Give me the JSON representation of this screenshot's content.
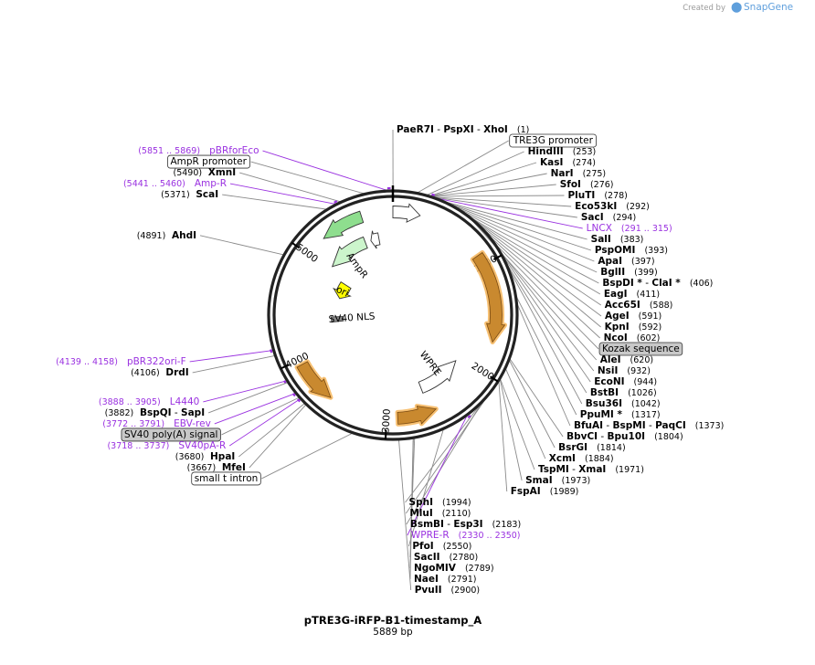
{
  "header": {
    "created_by": "Created by",
    "brand": "SnapGene"
  },
  "map": {
    "name": "pTRE3G-iRFP-B1-timestamp_A",
    "length_label": "5889 bp",
    "total_bp": 5889,
    "ticks": [
      {
        "bp": 1000,
        "label": "1000"
      },
      {
        "bp": 2000,
        "label": "2000"
      },
      {
        "bp": 3000,
        "label": "3000"
      },
      {
        "bp": 4000,
        "label": "4000"
      },
      {
        "bp": 5000,
        "label": "5000"
      }
    ],
    "features": [
      {
        "name": "tre3g-promoter-arrow",
        "label": "",
        "start": 5889,
        "end": 250,
        "dir": 1,
        "ring": 0,
        "color": "#ffffff"
      },
      {
        "name": "lncx-region-arrow",
        "label": "",
        "start": 900,
        "end": 1720,
        "dir": 1,
        "ring": 0,
        "color": "#f5c27a"
      },
      {
        "name": "wpre-arrow",
        "label": "WPRE",
        "start": 2060,
        "end": 2600,
        "dir": -1,
        "ring": 1,
        "color": "#ffffff"
      },
      {
        "name": "sv40-polya-arrow-inner",
        "label": "",
        "start": 2540,
        "end": 2900,
        "dir": -1,
        "ring": 0,
        "color": "#f5c27a"
      },
      {
        "name": "sv40-polya-arrow",
        "label": "",
        "start": 3550,
        "end": 3950,
        "dir": -1,
        "ring": 0,
        "color": "#f5c27a"
      },
      {
        "name": "sv40-nls-box",
        "label": "SV40 NLS",
        "start": 4310,
        "end": 4390,
        "dir": 0,
        "ring": 2,
        "color": "#8c8c8c"
      },
      {
        "name": "ori-arrow",
        "label": "ori",
        "start": 4700,
        "end": 4950,
        "dir": -1,
        "ring": 2,
        "color": "#ffff00"
      },
      {
        "name": "ampr-arrow",
        "label": "AmpR",
        "start": 5050,
        "end": 5550,
        "dir": -1,
        "ring": 1,
        "color": "#ccf5cc"
      },
      {
        "name": "ampr-outer-arrow",
        "label": "",
        "start": 5200,
        "end": 5600,
        "dir": -1,
        "ring": 0,
        "color": "#8ede8e"
      },
      {
        "name": "ampr-promoter-arrow",
        "label": "",
        "start": 5620,
        "end": 5720,
        "dir": -1,
        "ring": 1,
        "color": "#ffffff"
      }
    ],
    "labels": [
      {
        "kind": "enzyme",
        "parts": [
          "PaeR7I",
          " - ",
          "PspXI",
          " - ",
          "XhoI"
        ],
        "pos": "(1)",
        "bp": 1
      },
      {
        "kind": "feature-box",
        "text": "TRE3G promoter",
        "bp": 180,
        "style": "white"
      },
      {
        "kind": "enzyme",
        "parts": [
          "HindIII"
        ],
        "pos": "(253)",
        "bp": 253
      },
      {
        "kind": "enzyme",
        "parts": [
          "KasI"
        ],
        "pos": "(274)",
        "bp": 274
      },
      {
        "kind": "enzyme",
        "parts": [
          "NarI"
        ],
        "pos": "(275)",
        "bp": 275
      },
      {
        "kind": "enzyme",
        "parts": [
          "SfoI"
        ],
        "pos": "(276)",
        "bp": 276
      },
      {
        "kind": "enzyme",
        "parts": [
          "PluTI"
        ],
        "pos": "(278)",
        "bp": 278
      },
      {
        "kind": "primer",
        "text": "LNCX",
        "pos": "(291 .. 315)",
        "bp": 303
      },
      {
        "kind": "enzyme",
        "parts": [
          "Eco53kI"
        ],
        "pos": "(292)",
        "bp": 292
      },
      {
        "kind": "enzyme",
        "parts": [
          "SacI"
        ],
        "pos": "(294)",
        "bp": 294
      },
      {
        "kind": "enzyme",
        "parts": [
          "SalI"
        ],
        "pos": "(383)",
        "bp": 383
      },
      {
        "kind": "enzyme",
        "parts": [
          "PspOMI"
        ],
        "pos": "(393)",
        "bp": 393
      },
      {
        "kind": "enzyme",
        "parts": [
          "ApaI"
        ],
        "pos": "(397)",
        "bp": 397
      },
      {
        "kind": "enzyme",
        "parts": [
          "BglII"
        ],
        "pos": "(399)",
        "bp": 399
      },
      {
        "kind": "enzyme",
        "parts": [
          "BspDI *",
          " - ",
          "ClaI *"
        ],
        "pos": "(406)",
        "bp": 406
      },
      {
        "kind": "enzyme",
        "parts": [
          "EagI"
        ],
        "pos": "(411)",
        "bp": 411
      },
      {
        "kind": "enzyme",
        "parts": [
          "Acc65I"
        ],
        "pos": "(588)",
        "bp": 588
      },
      {
        "kind": "enzyme",
        "parts": [
          "AgeI"
        ],
        "pos": "(591)",
        "bp": 591
      },
      {
        "kind": "enzyme",
        "parts": [
          "KpnI"
        ],
        "pos": "(592)",
        "bp": 592
      },
      {
        "kind": "enzyme",
        "parts": [
          "NcoI"
        ],
        "pos": "(602)",
        "bp": 602
      },
      {
        "kind": "feature-box",
        "text": "Kozak sequence",
        "bp": 610,
        "style": "gray"
      },
      {
        "kind": "enzyme",
        "parts": [
          "AleI"
        ],
        "pos": "(620)",
        "bp": 620
      },
      {
        "kind": "enzyme",
        "parts": [
          "NsiI"
        ],
        "pos": "(932)",
        "bp": 932
      },
      {
        "kind": "enzyme",
        "parts": [
          "EcoNI"
        ],
        "pos": "(944)",
        "bp": 944
      },
      {
        "kind": "enzyme",
        "parts": [
          "BstBI"
        ],
        "pos": "(1026)",
        "bp": 1026
      },
      {
        "kind": "enzyme",
        "parts": [
          "Bsu36I"
        ],
        "pos": "(1042)",
        "bp": 1042
      },
      {
        "kind": "enzyme",
        "parts": [
          "PpuMI *"
        ],
        "pos": "(1317)",
        "bp": 1317
      },
      {
        "kind": "enzyme",
        "parts": [
          "BfuAI",
          " - ",
          "BspMI",
          " - ",
          "PaqCI"
        ],
        "pos": "(1373)",
        "bp": 1373
      },
      {
        "kind": "enzyme",
        "parts": [
          "BbvCI",
          " - ",
          "Bpu10I"
        ],
        "pos": "(1804)",
        "bp": 1804
      },
      {
        "kind": "enzyme",
        "parts": [
          "BsrGI"
        ],
        "pos": "(1814)",
        "bp": 1814
      },
      {
        "kind": "enzyme",
        "parts": [
          "XcmI"
        ],
        "pos": "(1884)",
        "bp": 1884
      },
      {
        "kind": "enzyme",
        "parts": [
          "TspMI",
          " - ",
          "XmaI"
        ],
        "pos": "(1971)",
        "bp": 1971
      },
      {
        "kind": "enzyme",
        "parts": [
          "SmaI"
        ],
        "pos": "(1973)",
        "bp": 1973
      },
      {
        "kind": "enzyme",
        "parts": [
          "FspAI"
        ],
        "pos": "(1989)",
        "bp": 1989
      },
      {
        "kind": "enzyme",
        "parts": [
          "SphI"
        ],
        "pos": "(1994)",
        "bp": 1994
      },
      {
        "kind": "enzyme",
        "parts": [
          "MluI"
        ],
        "pos": "(2110)",
        "bp": 2110
      },
      {
        "kind": "enzyme",
        "parts": [
          "BsmBI",
          " - ",
          "Esp3I"
        ],
        "pos": "(2183)",
        "bp": 2183
      },
      {
        "kind": "primer",
        "text": "WPRE-R",
        "pos": "(2330 .. 2350)",
        "bp": 2340
      },
      {
        "kind": "enzyme",
        "parts": [
          "PfoI"
        ],
        "pos": "(2550)",
        "bp": 2550
      },
      {
        "kind": "enzyme",
        "parts": [
          "SacII"
        ],
        "pos": "(2780)",
        "bp": 2780
      },
      {
        "kind": "enzyme",
        "parts": [
          "NgoMIV"
        ],
        "pos": "(2789)",
        "bp": 2789
      },
      {
        "kind": "enzyme",
        "parts": [
          "NaeI"
        ],
        "pos": "(2791)",
        "bp": 2791
      },
      {
        "kind": "enzyme",
        "parts": [
          "PvuII"
        ],
        "pos": "(2900)",
        "bp": 2900
      },
      {
        "kind": "feature-box",
        "text": "small t intron",
        "bp": 3250,
        "style": "white"
      },
      {
        "kind": "enzyme",
        "parts": [
          "MfeI"
        ],
        "pos": "(3667)",
        "bp": 3667
      },
      {
        "kind": "enzyme",
        "parts": [
          "HpaI"
        ],
        "pos": "(3680)",
        "bp": 3680
      },
      {
        "kind": "primer",
        "text": "SV40pA-R",
        "pos": "(3718 .. 3737)",
        "bp": 3727
      },
      {
        "kind": "feature-box",
        "text": "SV40 poly(A) signal",
        "bp": 3740,
        "style": "gray"
      },
      {
        "kind": "primer",
        "text": "EBV-rev",
        "pos": "(3772 .. 3791)",
        "bp": 3781
      },
      {
        "kind": "enzyme",
        "parts": [
          "BspQI",
          " - ",
          "SapI"
        ],
        "pos": "(3882)",
        "bp": 3882
      },
      {
        "kind": "primer",
        "text": "L4440",
        "pos": "(3888 .. 3905)",
        "bp": 3896
      },
      {
        "kind": "enzyme",
        "parts": [
          "DrdI"
        ],
        "pos": "(4106)",
        "bp": 4106
      },
      {
        "kind": "primer",
        "text": "pBR322ori-F",
        "pos": "(4139 .. 4158)",
        "bp": 4148
      },
      {
        "kind": "enzyme",
        "parts": [
          "AhdI"
        ],
        "pos": "(4891)",
        "bp": 4891
      },
      {
        "kind": "enzyme",
        "parts": [
          "ScaI"
        ],
        "pos": "(5371)",
        "bp": 5371
      },
      {
        "kind": "primer",
        "text": "Amp-R",
        "pos": "(5441 .. 5460)",
        "bp": 5450
      },
      {
        "kind": "enzyme",
        "parts": [
          "XmnI"
        ],
        "pos": "(5490)",
        "bp": 5490
      },
      {
        "kind": "feature-box",
        "text": "AmpR promoter",
        "bp": 5680,
        "style": "white"
      },
      {
        "kind": "primer",
        "text": "pBRforEco",
        "pos": "(5851 .. 5869)",
        "bp": 5860
      }
    ]
  }
}
